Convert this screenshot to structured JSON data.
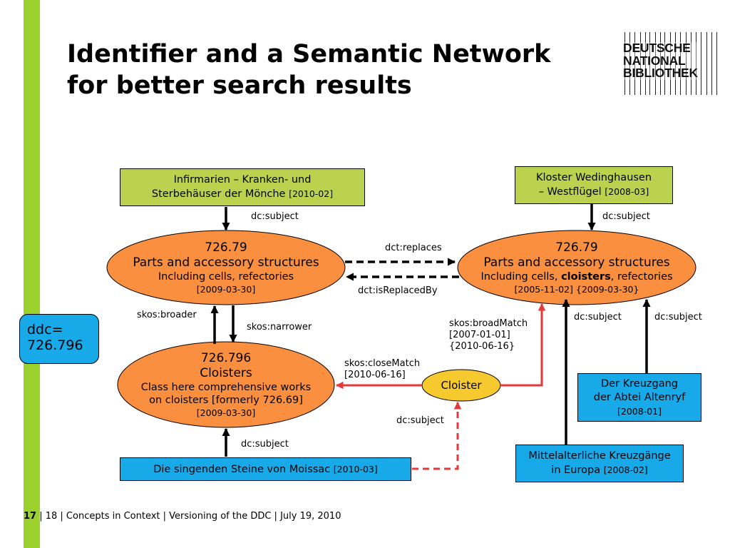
{
  "title": {
    "line1": "Identifier and a Semantic Network",
    "line2": "for better search results"
  },
  "logo": {
    "lines": [
      "DEUTSCHE",
      "NATIONAL",
      "BIBLIOTHEK"
    ]
  },
  "nodes": {
    "infirmarien": {
      "line1": "Infirmarien – Kranken- und",
      "line2": "Sterbehäuser der Mönche",
      "date": "[2010-02]"
    },
    "kloster": {
      "line1": "Kloster Wedinghausen",
      "line2": "– Westflügel",
      "date": "[2008-03]"
    },
    "ddc_left": {
      "number": "726.79",
      "caption": "Parts and accessory structures",
      "note": "Including cells, refectories",
      "date": "[2009-03-30]"
    },
    "ddc_right": {
      "number": "726.79",
      "caption": "Parts and accessory structures",
      "note_pre": "Including cells, ",
      "note_bold": "cloisters",
      "note_post": ", refectories",
      "date": "[2005-11-02] {2009-03-30}"
    },
    "cloisters": {
      "number": "726.796",
      "caption": "Cloisters",
      "note1": "Class here comprehensive works",
      "note2": "on cloisters [formerly 726.69]",
      "date": "[2009-03-30]"
    },
    "cloister": {
      "label": "Cloister"
    },
    "steine": {
      "line1": "Die singenden Steine von Moissac",
      "date": "[2010-03]"
    },
    "kreuzgang": {
      "line1": "Der Kreuzgang",
      "line2": "der Abtei Altenryf",
      "date": "[2008-01]"
    },
    "mittelalter": {
      "line1": "Mittelalterliche Kreuzgänge",
      "line2": "in Europa",
      "date": "[2008-02]"
    }
  },
  "edges": {
    "dc_subject_1": "dc:subject",
    "dc_subject_2": "dc:subject",
    "dct_replaces": "dct:replaces",
    "dct_isReplacedBy": "dct:isReplacedBy",
    "skos_broader": "skos:broader",
    "skos_narrower": "skos:narrower",
    "skos_broadMatch": {
      "line1": "skos:broadMatch",
      "line2": "[2007-01-01]",
      "line3": "{2010-06-16}"
    },
    "skos_closeMatch": {
      "line1": "skos:closeMatch",
      "line2": "[2010-06-16]"
    },
    "dc_subject_3": "dc:subject",
    "dc_subject_4": "dc:subject",
    "dc_subject_5": "dc:subject",
    "dc_subject_6": "dc:subject"
  },
  "ddc_badge": {
    "line1": "ddc=",
    "line2": "726.796"
  },
  "footer": {
    "page": "17",
    "text": "| 18 | Concepts in Context | Versioning of the DDC | July 19, 2010"
  },
  "colors": {
    "accent_bar": "#9bd12c",
    "green_box": "#bcd24e",
    "blue_box": "#17a9e8",
    "ellipse_orange": "#f98f3f",
    "cloister_yellow": "#f6c92e",
    "red_arrow": "#e23a3a"
  }
}
